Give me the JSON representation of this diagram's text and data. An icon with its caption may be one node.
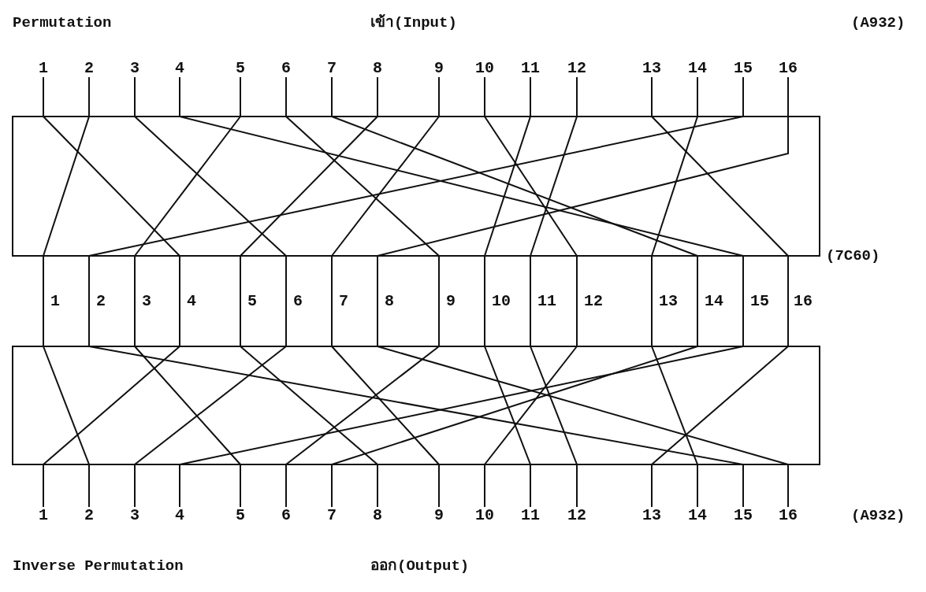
{
  "diagram": {
    "nodes": [
      {
        "text": [
          "1"
        ]
      },
      {
        "text": [
          "2"
        ]
      },
      {
        "text": [
          "3"
        ]
      },
      {
        "text": [
          "4"
        ]
      },
      {
        "text": [
          "5"
        ]
      },
      {
        "text": [
          "6"
        ]
      },
      {
        "text": [
          "7"
        ]
      },
      {
        "text": [
          "8"
        ]
      },
      {
        "text": [
          "9"
        ]
      },
      {
        "text": [
          "10"
        ]
      },
      {
        "text": [
          "11"
        ]
      },
      {
        "text": [
          "12"
        ]
      },
      {
        "text": [
          "13"
        ]
      },
      {
        "text": [
          "14"
        ]
      },
      {
        "text": [
          "15"
        ]
      },
      {
        "text": [
          "16"
        ]
      },
      {
        "text": [
          "1"
        ]
      },
      {
        "text": [
          "2"
        ]
      },
      {
        "text": [
          "3"
        ]
      },
      {
        "text": [
          "4"
        ]
      },
      {
        "text": [
          "5"
        ]
      },
      {
        "text": [
          "6"
        ]
      },
      {
        "text": [
          "7"
        ]
      },
      {
        "text": [
          "8"
        ]
      },
      {
        "text": [
          "9"
        ]
      },
      {
        "text": [
          "10"
        ]
      },
      {
        "text": [
          "11"
        ]
      },
      {
        "text": [
          "12"
        ]
      },
      {
        "text": [
          "13"
        ]
      },
      {
        "text": [
          "14"
        ]
      },
      {
        "text": [
          "15"
        ]
      },
      {
        "text": [
          "16"
        ]
      },
      {
        "text": [
          "1"
        ]
      },
      {
        "text": [
          "2"
        ]
      },
      {
        "text": [
          "3"
        ]
      },
      {
        "text": [
          "4"
        ]
      },
      {
        "text": [
          "5"
        ]
      },
      {
        "text": [
          "6"
        ]
      },
      {
        "text": [
          "7"
        ]
      },
      {
        "text": [
          "8"
        ]
      },
      {
        "text": [
          "9"
        ]
      },
      {
        "text": [
          "10"
        ]
      },
      {
        "text": [
          "11"
        ]
      },
      {
        "text": [
          "12"
        ]
      },
      {
        "text": [
          "13"
        ]
      },
      {
        "text": [
          "14"
        ]
      },
      {
        "text": [
          "15"
        ]
      },
      {
        "text": [
          "16"
        ]
      }
    ],
    "edges": [
      {
        "from": 0,
        "to": 19,
        "arrow": "none"
      },
      {
        "from": 1,
        "to": 16,
        "arrow": "none"
      },
      {
        "from": 2,
        "to": 21,
        "arrow": "none"
      },
      {
        "from": 3,
        "to": 30,
        "arrow": "none"
      },
      {
        "from": 4,
        "to": 18,
        "arrow": "none"
      },
      {
        "from": 5,
        "to": 24,
        "arrow": "none"
      },
      {
        "from": 6,
        "to": 29,
        "arrow": "none"
      },
      {
        "from": 7,
        "to": 20,
        "arrow": "none"
      },
      {
        "from": 8,
        "to": 22,
        "arrow": "none"
      },
      {
        "from": 9,
        "to": 27,
        "arrow": "none"
      },
      {
        "from": 10,
        "to": 25,
        "arrow": "none"
      },
      {
        "from": 11,
        "to": 26,
        "arrow": "none"
      },
      {
        "from": 12,
        "to": 31,
        "arrow": "none"
      },
      {
        "from": 13,
        "to": 28,
        "arrow": "none"
      },
      {
        "from": 14,
        "to": 17,
        "arrow": "none"
      },
      {
        "from": 15,
        "to": 23,
        "arrow": "none"
      },
      {
        "from": 16,
        "to": 33,
        "arrow": "none"
      },
      {
        "from": 17,
        "to": 46,
        "arrow": "none"
      },
      {
        "from": 18,
        "to": 36,
        "arrow": "none"
      },
      {
        "from": 19,
        "to": 32,
        "arrow": "none"
      },
      {
        "from": 20,
        "to": 39,
        "arrow": "none"
      },
      {
        "from": 21,
        "to": 34,
        "arrow": "none"
      },
      {
        "from": 22,
        "to": 40,
        "arrow": "none"
      },
      {
        "from": 23,
        "to": 47,
        "arrow": "none"
      },
      {
        "from": 24,
        "to": 37,
        "arrow": "none"
      },
      {
        "from": 25,
        "to": 42,
        "arrow": "none"
      },
      {
        "from": 26,
        "to": 43,
        "arrow": "none"
      },
      {
        "from": 27,
        "to": 41,
        "arrow": "none"
      },
      {
        "from": 28,
        "to": 45,
        "arrow": "none"
      },
      {
        "from": 29,
        "to": 38,
        "arrow": "none"
      },
      {
        "from": 30,
        "to": 35,
        "arrow": "none"
      },
      {
        "from": 31,
        "to": 44,
        "arrow": "none"
      }
    ],
    "labels": [
      "Permutation",
      "เข้า(Input)",
      "(A932)",
      "(7C60)",
      "(A932)",
      "Inverse Permutation",
      "ออก(Output)"
    ]
  }
}
